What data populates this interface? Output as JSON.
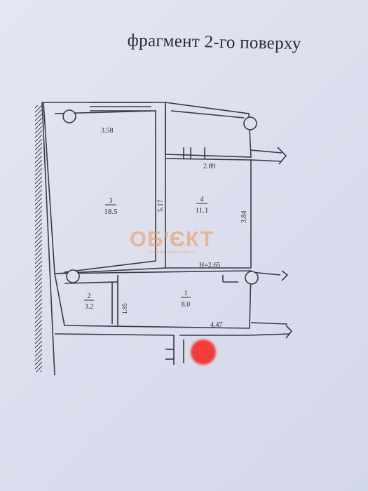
{
  "document": {
    "title": "фрагмент 2-го поверху"
  },
  "rooms": [
    {
      "number": "3",
      "area": "18.5"
    },
    {
      "number": "4",
      "area": "11.1"
    },
    {
      "number": "2",
      "area": "3.2"
    },
    {
      "number": "1",
      "area": "8.0"
    }
  ],
  "dimensions": {
    "d358": "3.58",
    "d289": "2.89",
    "d517": "5.17",
    "d384": "3.84",
    "d185": "1.85",
    "d447": "4.47",
    "height": "H=2.65"
  },
  "watermark": {
    "logo": "ОБ'ЄКТ",
    "tagline": "агенція нерухомості"
  },
  "colors": {
    "wall": "#3a3a44",
    "watermark": "#f0964a",
    "marker": "#f23b3b"
  }
}
